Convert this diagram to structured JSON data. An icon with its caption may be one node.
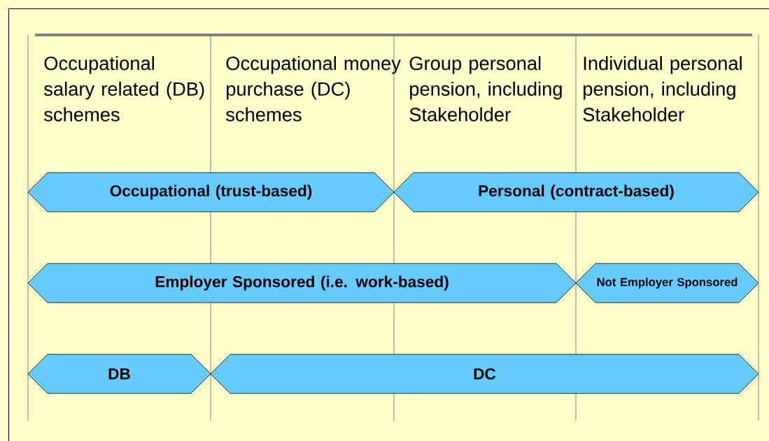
{
  "diagram": {
    "nodes": [
      {
        "text": [
          "Occupational (trust-based)"
        ]
      },
      {
        "text": [
          "Personal (contract-based)"
        ]
      },
      {
        "text": [
          "Employer Sponsored (i.e. work-based)"
        ]
      },
      {
        "text": [
          "Not Employer Sponsored"
        ]
      },
      {
        "text": [
          "DB"
        ]
      },
      {
        "text": [
          "DC"
        ]
      }
    ],
    "labels": [
      "Occupational salary related (DB) schemes",
      "Occupational money purchase (DC) schemes",
      "Group personal pension, including Stakeholder",
      "Individual personal pension, including Stakeholder"
    ]
  }
}
